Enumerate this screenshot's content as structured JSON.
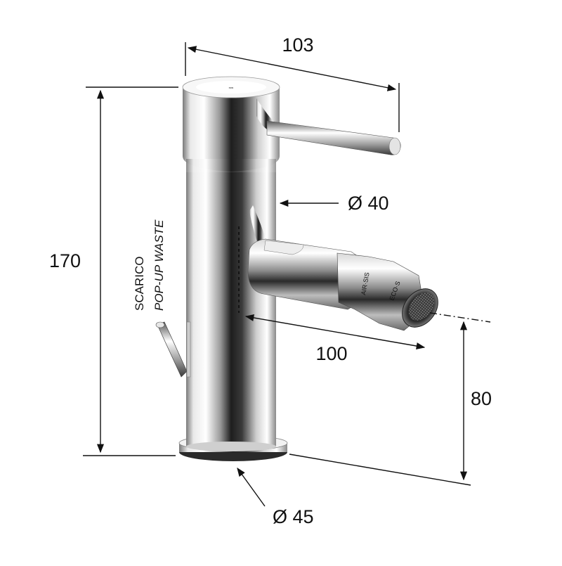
{
  "dimensions": {
    "width_top": "103",
    "height_total": "170",
    "body_diameter": "Ø 40",
    "spout_reach": "100",
    "spout_height": "80",
    "base_diameter": "Ø 45"
  },
  "labels": {
    "waste_it": "SCARICO",
    "waste_en": "POP-UP WASTE"
  },
  "colors": {
    "line": "#111111",
    "chrome_dark": "#2a2a2a",
    "chrome_light": "#f4f4f4"
  }
}
